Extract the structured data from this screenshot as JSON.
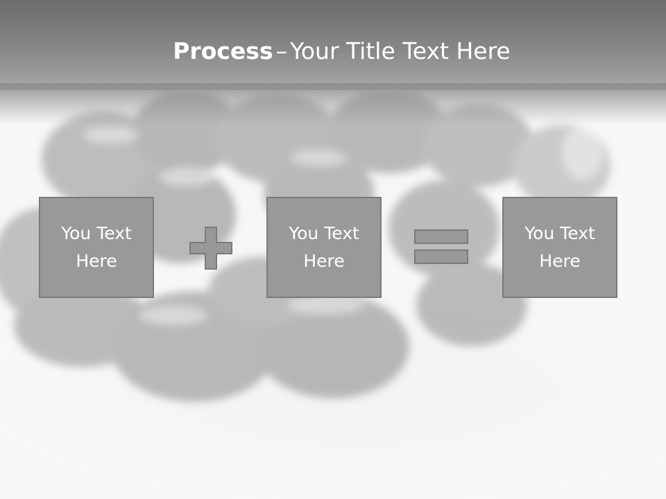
{
  "title": {
    "bold": "Process",
    "separator": "–",
    "rest": "Your Title Text Here"
  },
  "boxes": [
    {
      "text": "You Text Here"
    },
    {
      "text": "You Text Here"
    },
    {
      "text": "You Text Here"
    }
  ],
  "operators": [
    "plus-icon",
    "equals-icon"
  ],
  "colors": {
    "header": "#7a7a7a",
    "box_fill": "#999999",
    "box_border": "#7a7a7a",
    "operator_fill": "#999999",
    "text": "#ffffff"
  }
}
